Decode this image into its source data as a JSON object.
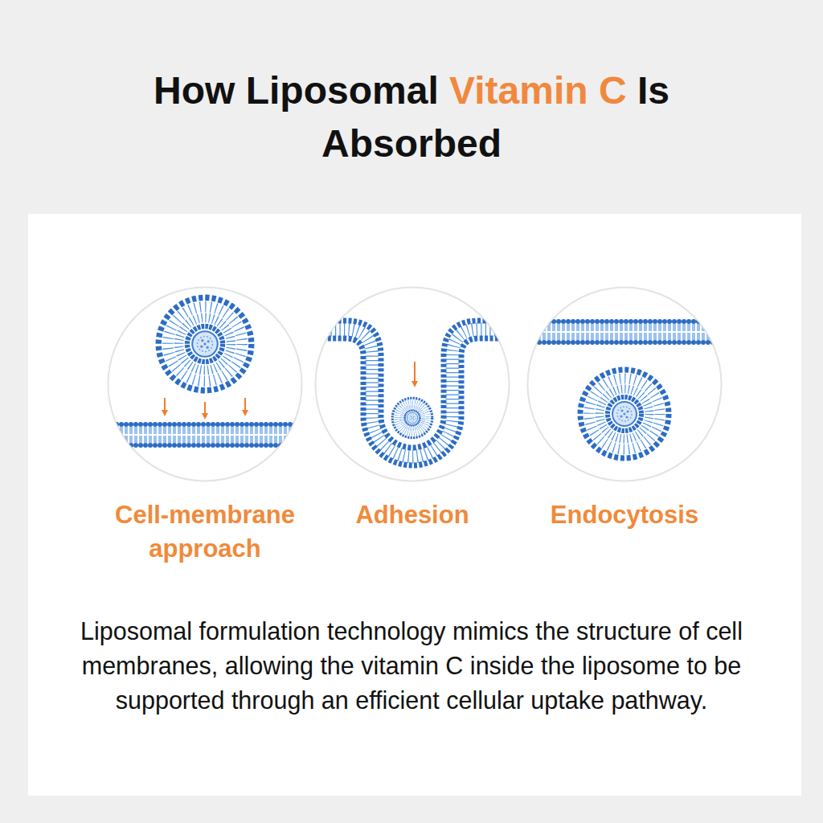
{
  "diagram": {
    "title": "How Liposomal Vitamin C Is Absorbed",
    "nodes": [
      {
        "text": [
          "Cell-membrane approach"
        ]
      },
      {
        "text": [
          "Adhesion"
        ]
      },
      {
        "text": [
          "Endocytosis"
        ]
      }
    ],
    "caption": "Liposomal formulation technology mimics the structure of cell membranes, allowing the vitamin C inside the liposome to be supported through an efficient cellular uptake pathway."
  }
}
